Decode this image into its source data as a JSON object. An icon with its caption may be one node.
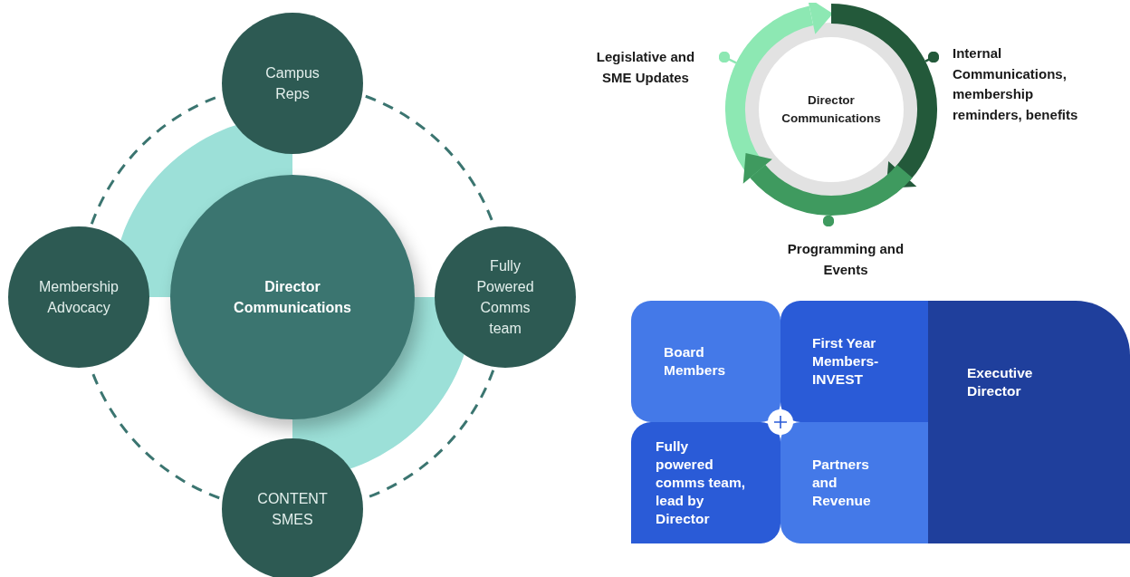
{
  "diagram": {
    "nodes": [
      {
        "text": [
          "Campus Reps"
        ]
      },
      {
        "text": [
          "Membership Advocacy"
        ]
      },
      {
        "text": [
          "Director Communications"
        ]
      },
      {
        "text": [
          "Fully Powered Comms team"
        ]
      },
      {
        "text": [
          "CONTENT SMES"
        ]
      },
      {
        "text": [
          "Legislative and SME Updates"
        ]
      },
      {
        "text": [
          "Director Communications"
        ]
      },
      {
        "text": [
          "Internal Communications, membership reminders, benefits"
        ]
      },
      {
        "text": [
          "Programming and Events"
        ]
      },
      {
        "text": [
          "Board Members"
        ]
      },
      {
        "text": [
          "First Year Members- INVEST"
        ]
      },
      {
        "text": [
          "Executive Director"
        ]
      },
      {
        "text": [
          "Fully powered comms team, lead by Director"
        ]
      },
      {
        "text": [
          "Partners and Revenue"
        ]
      }
    ],
    "edges": [
      {
        "from": 0,
        "to": 3,
        "arrow": "none",
        "style": "dashed"
      },
      {
        "from": 3,
        "to": 4,
        "arrow": "none",
        "style": "dashed"
      },
      {
        "from": 4,
        "to": 1,
        "arrow": "none",
        "style": "dashed"
      },
      {
        "from": 1,
        "to": 0,
        "arrow": "none",
        "style": "dashed"
      },
      {
        "from": 5,
        "to": 6,
        "arrow": "other",
        "color": "#8de8b3"
      },
      {
        "from": 7,
        "to": 6,
        "arrow": "other",
        "color": "#23593a"
      },
      {
        "from": 8,
        "to": 6,
        "arrow": "other",
        "color": "#3f9a5f"
      }
    ]
  }
}
